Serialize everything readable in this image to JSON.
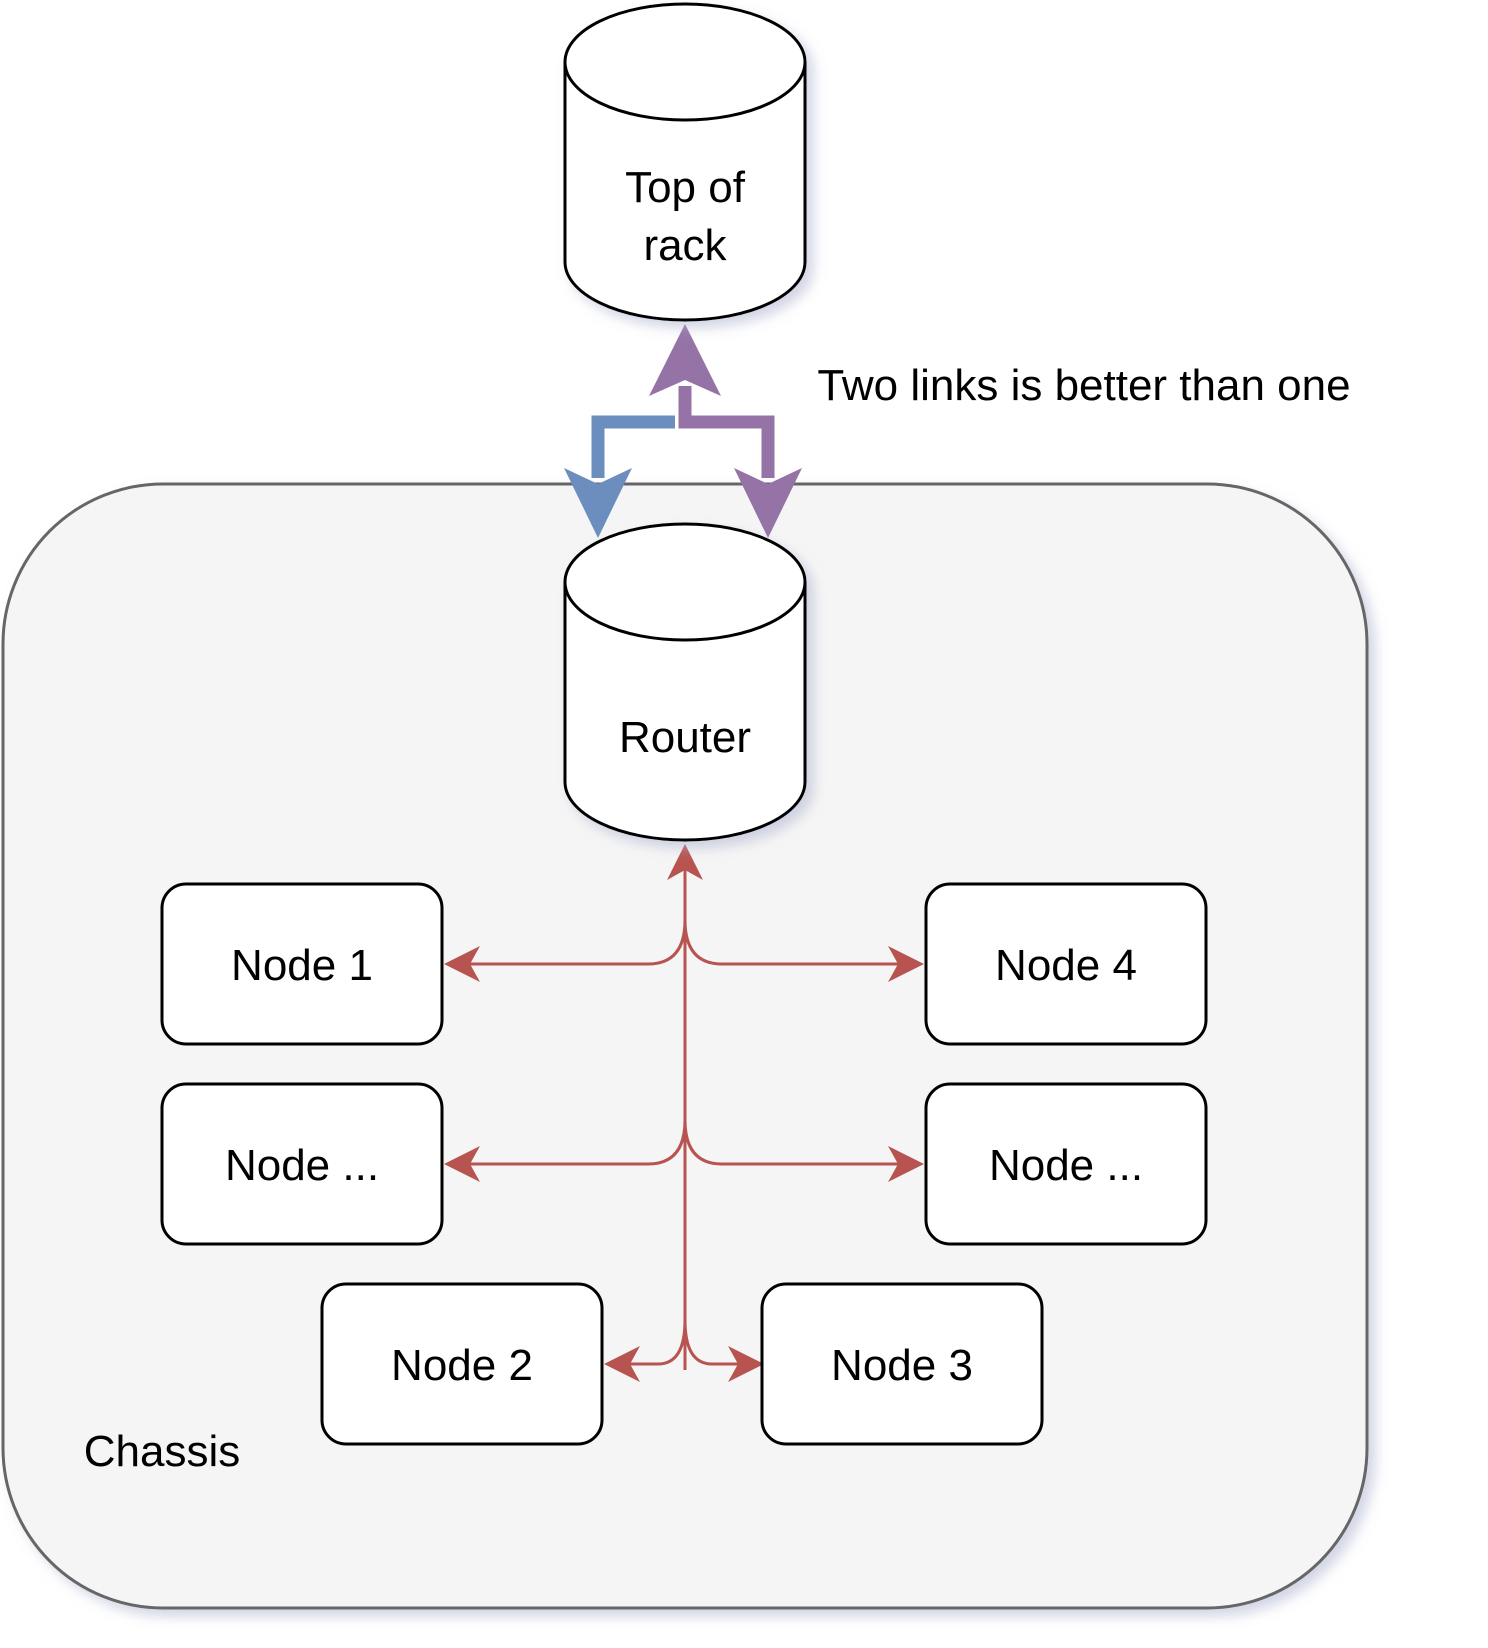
{
  "diagram": {
    "top_of_rack": {
      "lines": [
        "Top of",
        "rack"
      ]
    },
    "link_note": "Two links is better than one",
    "router": {
      "label": "Router"
    },
    "chassis": {
      "label": "Chassis"
    },
    "nodes": [
      {
        "id": "node-1",
        "label": "Node 1"
      },
      {
        "id": "node-4",
        "label": "Node 4"
      },
      {
        "id": "node-left-more",
        "label": "Node ..."
      },
      {
        "id": "node-right-more",
        "label": "Node ..."
      },
      {
        "id": "node-2",
        "label": "Node 2"
      },
      {
        "id": "node-3",
        "label": "Node 3"
      }
    ],
    "colors": {
      "chassis_fill": "#f5f5f5",
      "chassis_stroke": "#666666",
      "link_blue": "#6c8ebf",
      "link_purple": "#9673a6",
      "node_link_red": "#b85450",
      "shadow": "#c8cce0"
    }
  }
}
